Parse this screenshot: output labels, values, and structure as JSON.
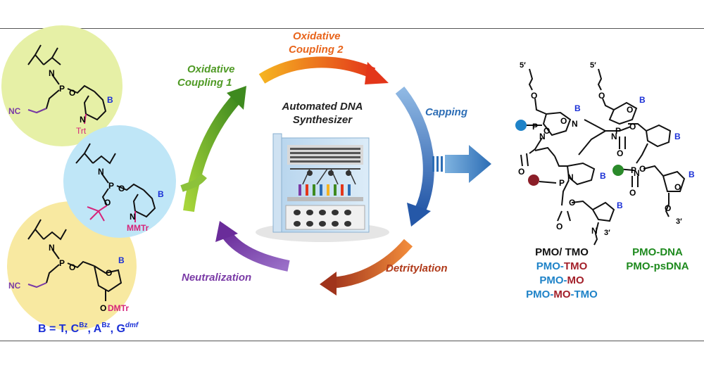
{
  "steps": {
    "oxidative_coupling_1": [
      "Oxidative",
      "Coupling 1"
    ],
    "oxidative_coupling_2": [
      "Oxidative",
      "Coupling 2"
    ],
    "capping": "Capping",
    "detritylation": "Detritylation",
    "neutralization": "Neutralization"
  },
  "center": [
    "Automated DNA",
    "Synthesizer"
  ],
  "monomers": {
    "trt": {
      "nc": "NC",
      "protect": "Trt",
      "base": "B"
    },
    "mmtr": {
      "protect": "MMTr",
      "base": "B"
    },
    "dmtr": {
      "nc": "NC",
      "protect": "DMTr",
      "base": "B"
    }
  },
  "base_def": {
    "prefix": "B = T, C",
    "c_sup": "Bz",
    "a": ", A",
    "a_sup": "Bz",
    "g": ", G",
    "g_sup": "dmf"
  },
  "product_labels": {
    "five_prime": "5′",
    "three_prime": "3′",
    "p": "P",
    "o": "O",
    "n": "N",
    "b": "B"
  },
  "legend_left": [
    {
      "parts": [
        {
          "text": "PMO/ TMO",
          "color": "#111111"
        }
      ]
    },
    {
      "parts": [
        {
          "text": "PMO-",
          "color": "#1f83c8"
        },
        {
          "text": "TMO",
          "color": "#a3202a"
        }
      ]
    },
    {
      "parts": [
        {
          "text": "PMO-",
          "color": "#1f83c8"
        },
        {
          "text": "MO",
          "color": "#a3202a"
        }
      ]
    },
    {
      "parts": [
        {
          "text": "PMO-",
          "color": "#1f83c8"
        },
        {
          "text": "MO",
          "color": "#a3202a"
        },
        {
          "text": "-TMO",
          "color": "#1f83c8"
        }
      ]
    }
  ],
  "legend_right": [
    "PMO-DNA",
    "PMO-psDNA"
  ],
  "colors": {
    "green_circle": "#e6f0a6",
    "blue_circle": "#bfe6f7",
    "yellow_circle": "#f8e9a1",
    "base_blue": "#1a2fd6",
    "linker_purple": "#7a3aa6",
    "protect_pink": "#d6247a",
    "dot_blue": "#1f83c8",
    "dot_red": "#8b1e28",
    "dot_green": "#2a8a2a",
    "legend_green": "#1e8a1e",
    "step_green": "#4f9a25",
    "step_orange": "#e8641b",
    "step_blue": "#2c6db5",
    "step_red": "#b03a1a",
    "step_purple": "#7a3aa6"
  }
}
